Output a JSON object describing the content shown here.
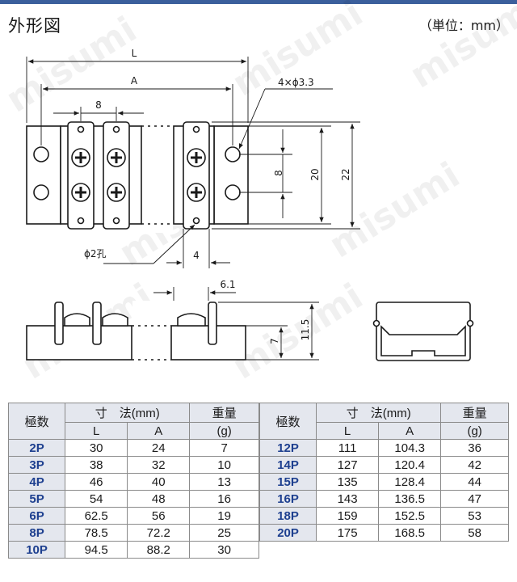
{
  "page": {
    "title": "外形図",
    "unit_note": "（単位：mm）",
    "watermark": "misumi"
  },
  "drawing": {
    "dim_L": "L",
    "dim_A": "A",
    "dim_pitch": "8",
    "dim_holes": "4×ϕ3.3",
    "dim_hole_pitch": "8",
    "dim_20": "20",
    "dim_22": "22",
    "dim_pin_hole": "ϕ2孔",
    "dim_4": "4",
    "dim_6_1": "6.1",
    "dim_7": "7",
    "dim_11_5": "11.5"
  },
  "table": {
    "headers": {
      "poles": "極数",
      "dimensions": "寸　法(mm)",
      "col_L": "L",
      "col_A": "A",
      "weight": "重量",
      "weight_unit": "(g)"
    },
    "left_rows": [
      {
        "pole": "2P",
        "L": "30",
        "A": "24",
        "weight": "7"
      },
      {
        "pole": "3P",
        "L": "38",
        "A": "32",
        "weight": "10"
      },
      {
        "pole": "4P",
        "L": "46",
        "A": "40",
        "weight": "13"
      },
      {
        "pole": "5P",
        "L": "54",
        "A": "48",
        "weight": "16"
      },
      {
        "pole": "6P",
        "L": "62.5",
        "A": "56",
        "weight": "19"
      },
      {
        "pole": "8P",
        "L": "78.5",
        "A": "72.2",
        "weight": "25"
      },
      {
        "pole": "10P",
        "L": "94.5",
        "A": "88.2",
        "weight": "30"
      }
    ],
    "right_rows": [
      {
        "pole": "12P",
        "L": "111",
        "A": "104.3",
        "weight": "36"
      },
      {
        "pole": "14P",
        "L": "127",
        "A": "120.4",
        "weight": "42"
      },
      {
        "pole": "15P",
        "L": "135",
        "A": "128.4",
        "weight": "44"
      },
      {
        "pole": "16P",
        "L": "143",
        "A": "136.5",
        "weight": "47"
      },
      {
        "pole": "18P",
        "L": "159",
        "A": "152.5",
        "weight": "53"
      },
      {
        "pole": "20P",
        "L": "175",
        "A": "168.5",
        "weight": "58"
      }
    ]
  }
}
